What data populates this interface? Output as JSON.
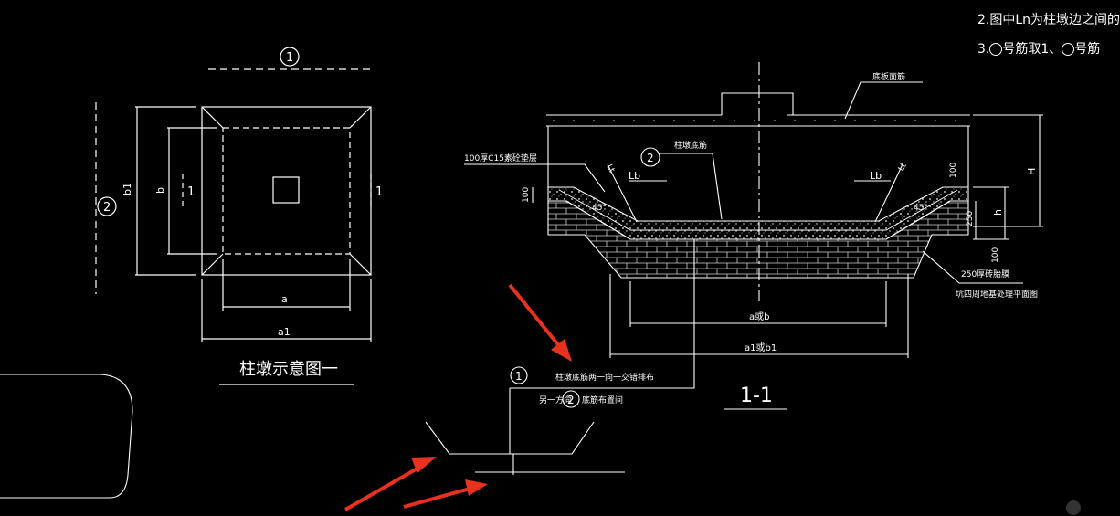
{
  "notes": {
    "line2": "2.图中Ln为柱墩边之间的",
    "line3_prefix": "3.",
    "line3_mid": "号筋取1、",
    "line3_suffix": "号筋"
  },
  "plan": {
    "marker_top": "1",
    "marker_left": "2",
    "label_b1": "b1",
    "label_b": "b",
    "section_left": "1",
    "section_right": "1",
    "label_a": "a",
    "label_a1": "a1",
    "title": "柱墩示意图一"
  },
  "section": {
    "label_base_rebar": "底板面筋",
    "label_marker2": "2",
    "label_column_rebar": "柱墩底筋",
    "label_cushion": "100厚C15素砼垫层",
    "label_Lb_left": "Lb",
    "label_Lb_right": "Lb",
    "label_Lt_left": "Lt",
    "label_Lt_right": "Lt",
    "dim_100_left": "100",
    "dim_45_left": "45°",
    "dim_45_right": "45°",
    "dim_100_right": "100",
    "dim_250": "250",
    "dim_H": "H",
    "dim_h": "h",
    "dim_100_bottom": "100",
    "label_brick": "250厚砖胎膜",
    "label_backfill": "坑四周地基处理平面图",
    "dim_a_b": "a或b",
    "dim_a1_b1": "a1或b1",
    "title": "1-1"
  },
  "detail": {
    "marker1": "1",
    "text1": "柱墩底筋两一向一交错排布",
    "text2_prefix": "另一方向",
    "marker2": "2",
    "text2_suffix": "底筋布置间"
  },
  "colors": {
    "background": "#000000",
    "line": "#ffffff",
    "arrow": "#e8311f",
    "hatch": "#d8d8d8"
  }
}
